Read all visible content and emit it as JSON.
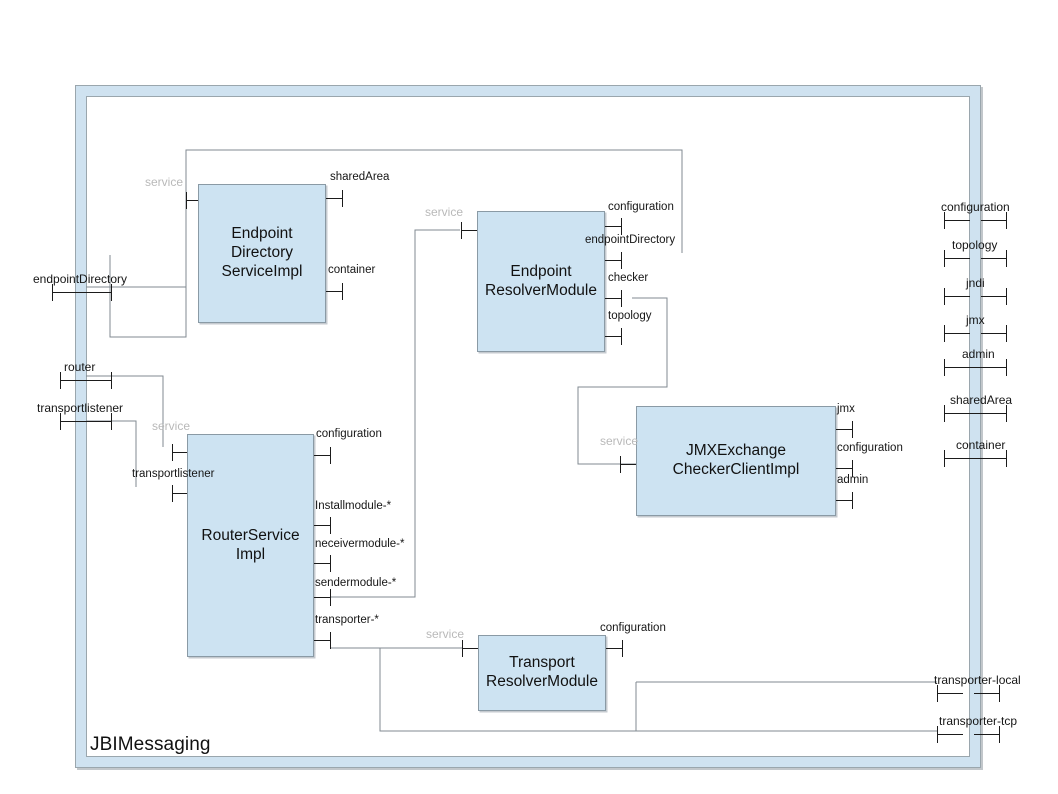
{
  "diagram": {
    "type": "component-wiring-diagram",
    "frame": {
      "title": "JBIMessaging",
      "border_color": "#9aa6ad",
      "band_color": "#cfe2f0",
      "fill_color": "#ffffff"
    },
    "component_fill": "#cde3f2",
    "component_border": "#8a9aa5",
    "service_label_color": "#b9b9b9",
    "components": [
      {
        "id": "endpoint-directory-service-impl",
        "name": "Endpoint\nDirectory\nServiceImpl"
      },
      {
        "id": "endpoint-resolver-module",
        "name": "Endpoint\nResolverModule"
      },
      {
        "id": "router-service-impl",
        "name": "RouterService\nImpl"
      },
      {
        "id": "jmx-exchange-checker-client-impl",
        "name": "JMXExchange\nCheckerClientImpl"
      },
      {
        "id": "transport-resolver-module",
        "name": "Transport\nResolverModule"
      }
    ],
    "frame_ports": {
      "left": [
        {
          "id": "frame-endpointDirectory",
          "label": "endpointDirectory"
        },
        {
          "id": "frame-router",
          "label": "router"
        },
        {
          "id": "frame-transportlistener",
          "label": "transportlistener"
        }
      ],
      "right": [
        {
          "id": "frame-configuration",
          "label": "configuration"
        },
        {
          "id": "frame-topology",
          "label": "topology"
        },
        {
          "id": "frame-jndi",
          "label": "jndi"
        },
        {
          "id": "frame-jmx",
          "label": "jmx"
        },
        {
          "id": "frame-admin",
          "label": "admin"
        },
        {
          "id": "frame-sharedArea",
          "label": "sharedArea"
        },
        {
          "id": "frame-container",
          "label": "container"
        },
        {
          "id": "frame-transporter-local",
          "label": "transporter-local"
        },
        {
          "id": "frame-transporter-tcp",
          "label": "transporter-tcp"
        }
      ]
    },
    "component_ports": {
      "endpoint_directory_service_impl": {
        "in": [
          {
            "id": "eds-service",
            "label": "service",
            "style": "service"
          }
        ],
        "out": [
          {
            "id": "eds-sharedArea",
            "label": "sharedArea"
          },
          {
            "id": "eds-container",
            "label": "container"
          }
        ]
      },
      "endpoint_resolver_module": {
        "in": [
          {
            "id": "erm-service",
            "label": "service",
            "style": "service"
          }
        ],
        "out": [
          {
            "id": "erm-configuration",
            "label": "configuration"
          },
          {
            "id": "erm-endpointDirectory",
            "label": "endpointDirectory"
          },
          {
            "id": "erm-checker",
            "label": "checker"
          },
          {
            "id": "erm-topology",
            "label": "topology"
          }
        ]
      },
      "router_service_impl": {
        "in": [
          {
            "id": "rsi-service",
            "label": "service",
            "style": "service"
          },
          {
            "id": "rsi-transportlistener",
            "label": "transportlistener"
          }
        ],
        "out": [
          {
            "id": "rsi-configuration",
            "label": "configuration"
          },
          {
            "id": "rsi-installmodule",
            "label": "Installmodule-*"
          },
          {
            "id": "rsi-receivermodule",
            "label": "neceivermodule-*"
          },
          {
            "id": "rsi-sendermodule",
            "label": "sendermodule-*"
          },
          {
            "id": "rsi-transporter",
            "label": "transporter-*"
          }
        ]
      },
      "jmx_exchange_checker_client_impl": {
        "in": [
          {
            "id": "jmx-service",
            "label": "service",
            "style": "service"
          }
        ],
        "out": [
          {
            "id": "jmx-jmx",
            "label": "jmx"
          },
          {
            "id": "jmx-configuration",
            "label": "configuration"
          },
          {
            "id": "jmx-admin",
            "label": "admin"
          }
        ]
      },
      "transport_resolver_module": {
        "in": [
          {
            "id": "trm-service",
            "label": "service",
            "style": "service"
          }
        ],
        "out": [
          {
            "id": "trm-configuration",
            "label": "configuration"
          }
        ]
      }
    }
  }
}
